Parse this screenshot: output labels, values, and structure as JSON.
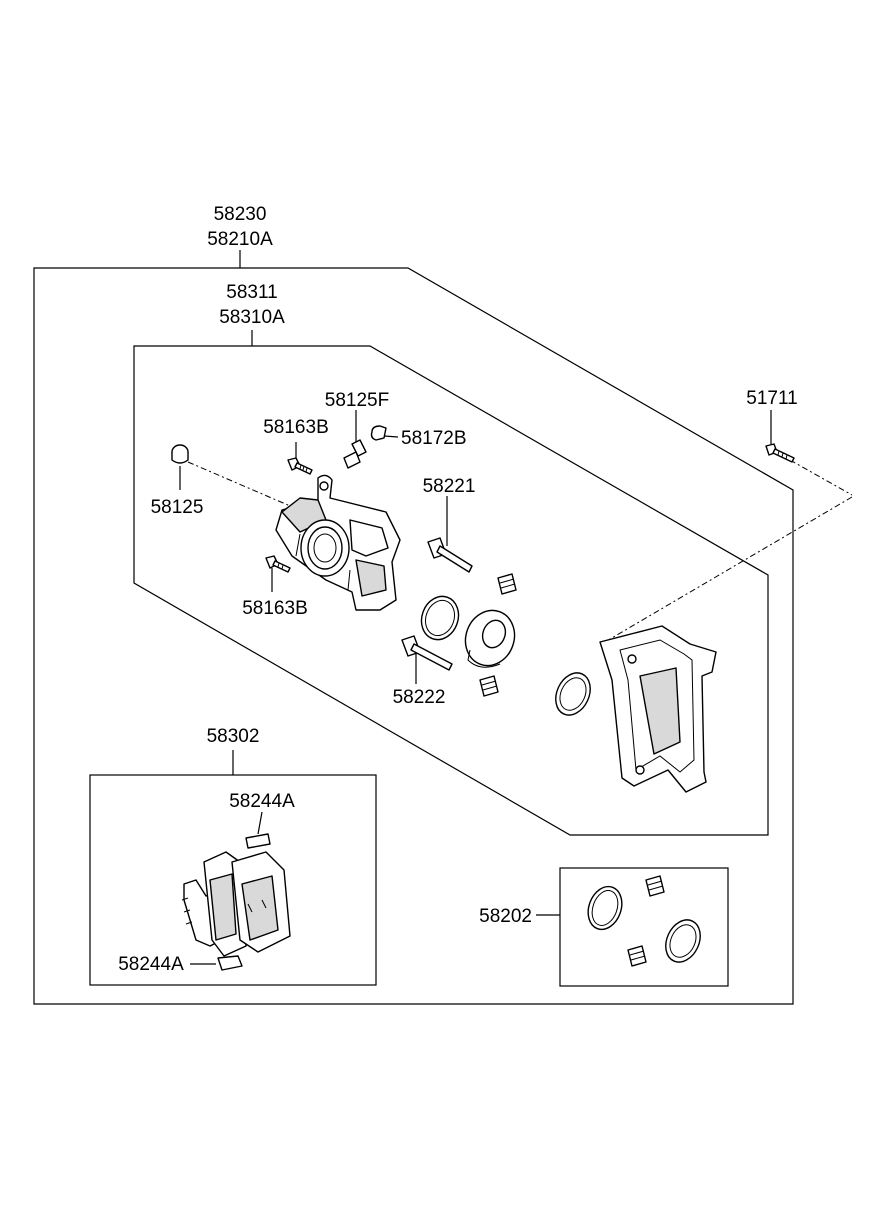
{
  "labels": {
    "assembly_primary": "58230",
    "assembly_secondary": "58210A",
    "caliper_primary": "58311",
    "caliper_secondary": "58310A",
    "bleeder_screw": "58125F",
    "bleeder_cap": "58172B",
    "bolt_upper": "58163B",
    "bolt_lower": "58163B",
    "cap": "58125",
    "guide_pin_upper": "58221",
    "guide_pin_lower": "58222",
    "bolt_right": "51711",
    "pad_kit": "58302",
    "shim_upper": "58244A",
    "shim_lower": "58244A",
    "seal_kit": "58202"
  }
}
